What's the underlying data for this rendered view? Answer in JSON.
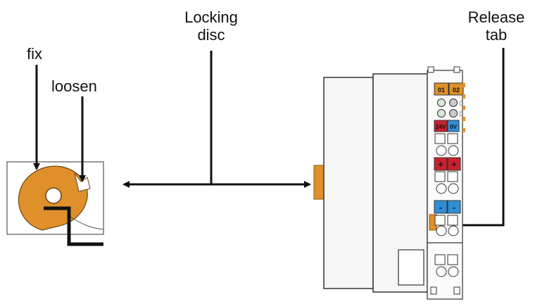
{
  "labels": {
    "fix": "fix",
    "loosen": "loosen",
    "locking_disc_line1": "Locking",
    "locking_disc_line2": "disc",
    "release_tab_line1": "Release",
    "release_tab_line2": "tab"
  },
  "terminal_markings": {
    "top_left": "01",
    "top_right": "02",
    "power_left": "24V",
    "power_right": "0V",
    "plus_left": "+",
    "plus_right": "+",
    "minus_left": "-",
    "minus_right": "-"
  },
  "led_letters": {
    "row1": "C",
    "row2": "D"
  },
  "colors": {
    "orange": "#e0902a",
    "red": "#cc1f2e",
    "blue": "#2f8fd6",
    "outline": "#333333",
    "module_fill": "#f6f6f6",
    "led_green": "#d6ead6",
    "led_gray": "#c9c9c9"
  }
}
